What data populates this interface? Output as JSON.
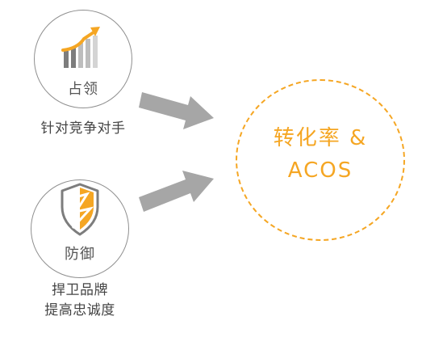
{
  "nodes": {
    "top": {
      "label": "占领",
      "caption": "针对竞争对手",
      "icon": "growth-bar-chart-icon"
    },
    "bottom": {
      "label": "防御",
      "caption_line1": "捍卫品牌",
      "caption_line2": "提高忠诚度",
      "icon": "shield-icon"
    }
  },
  "target": {
    "line1": "转化率 &",
    "line2": "ACOS"
  },
  "colors": {
    "accent": "#f5a623",
    "arrow": "#a6a6a6",
    "circle_border": "#8f8f8f"
  }
}
